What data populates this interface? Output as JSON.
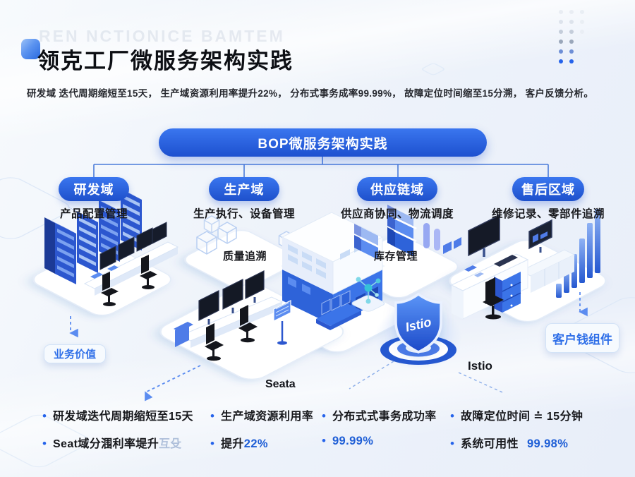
{
  "watermark": "REN NCTIONICE BAMTEM",
  "header": {
    "title": "领克工厂微服务架构实践",
    "subtitle": "研发域  迭代周期缩短至15天， 生产域资源利用率提升22%， 分布式事务成率99.99%， 故障定位时间缩至15分溯， 客户反馈分析。"
  },
  "banner": {
    "label": "BOP微服务架构实践"
  },
  "domains": [
    {
      "label": "研发域",
      "description": "产品配置管理"
    },
    {
      "label": "生产域",
      "description": "生产执行、设备管理"
    },
    {
      "label": "供应链域",
      "description": "供应商协同、物流调度"
    },
    {
      "label": "售后区域",
      "description": "维修记录、零部件追溯"
    }
  ],
  "scene": {
    "quality_label": "质量追溯",
    "inventory_label": "库存管理",
    "business_value_badge": "业务价值",
    "client_badge": "客户钱组件",
    "seata_label": "Seata",
    "istio_shield_label": "Istio",
    "istio_label": "Istio"
  },
  "metrics": {
    "col1": {
      "line1": "研发域迭代周期缩短至15天",
      "line2": "Seat域分涠利率堤升",
      "line2_faint": "互殳"
    },
    "col2": {
      "line1": "生产域资源利用率",
      "line2_prefix": "提升",
      "line2_value": "22%"
    },
    "col3": {
      "line1": "分布式式事务成功率",
      "line2_value": "99.99%"
    },
    "col4": {
      "line1": "故障定位时间 ≐ 15分钟",
      "line2_prefix": "系统可用性",
      "line2_value": "99.98%"
    }
  },
  "colors": {
    "accent": "#2563eb",
    "deep_blue": "#1d4ed8",
    "pill_blue": "#2a63dd"
  }
}
